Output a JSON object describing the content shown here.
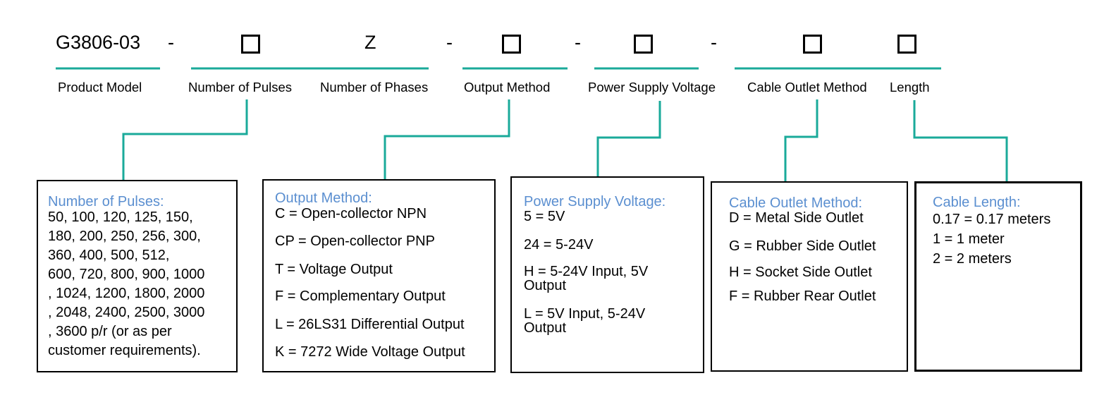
{
  "colors": {
    "connector": "#1aaa9a",
    "title": "#5b8fd0"
  },
  "header": {
    "model": "G3806-03",
    "dash_1": "-",
    "phase_code": "Z",
    "dash_2": "-",
    "dash_3": "-",
    "dash_4": "-"
  },
  "labels": {
    "product_model": "Product Model",
    "pulses": "Number of Pulses",
    "phases": "Number of Phases",
    "output": "Output Method",
    "voltage": "Power Supply Voltage",
    "cable": "Cable Outlet Method",
    "length": "Length"
  },
  "boxes": {
    "pulses": {
      "title": "Number of Pulses:",
      "lines": [
        "50, 100, 120, 125, 150,",
        "180, 200, 250, 256, 300,",
        "360, 400, 500, 512,",
        "600, 720, 800, 900, 1000",
        ", 1024, 1200, 1800, 2000",
        ", 2048, 2400, 2500, 3000",
        ", 3600 p/r (or as per",
        "customer requirements)."
      ]
    },
    "output": {
      "title": "Output Method:",
      "items": [
        "C = Open-collector NPN",
        "CP = Open-collector PNP",
        "T = Voltage Output",
        "F = Complementary Output",
        "L = 26LS31 Differential Output",
        "K = 7272 Wide Voltage Output"
      ]
    },
    "voltage": {
      "title": "Power Supply Voltage:",
      "items": [
        "5 = 5V",
        "24 = 5-24V",
        "H = 5-24V Input, 5V Output",
        "L = 5V Input, 5-24V Output"
      ]
    },
    "cable": {
      "title": "Cable Outlet Method:",
      "items": [
        "D = Metal Side Outlet",
        "G = Rubber Side Outlet",
        "H = Socket Side Outlet",
        "F = Rubber Rear Outlet"
      ]
    },
    "length": {
      "title": "Cable Length:",
      "items": [
        "0.17 = 0.17 meters",
        "1 = 1 meter",
        "2 = 2 meters"
      ]
    }
  }
}
